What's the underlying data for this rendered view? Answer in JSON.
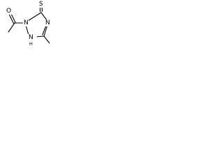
{
  "molecule": {
    "atoms": {
      "sulfur": "S",
      "nitrogen_ring_top": "N",
      "nitrogen_ring_left": "N",
      "nitrogen_ring_nh": "N",
      "hydrogen_nh": "H",
      "oxygen": "O"
    }
  }
}
